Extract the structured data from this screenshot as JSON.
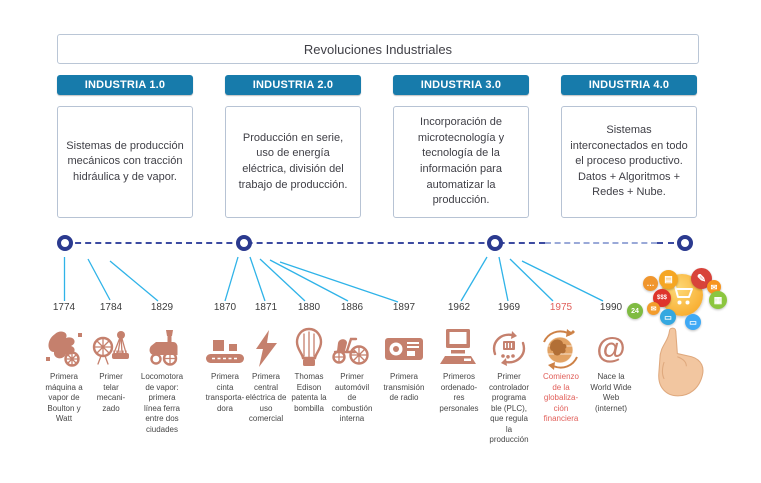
{
  "title": "Revoluciones Industriales",
  "colors": {
    "pill_blue": "#177bab",
    "timeline_navy": "#2b3a8f",
    "fan_line_blue": "#2fb3e8",
    "icon_salmon": "#c5806d",
    "highlight_red": "#e15f5a"
  },
  "columns": [
    {
      "header": "INDUSTRIA 1.0",
      "description": "Sistemas de producción mecánicos con tracción hidráulica y de vapor."
    },
    {
      "header": "INDUSTRIA 2.0",
      "description": "Producción en serie, uso de energía eléctrica, división del trabajo de producción."
    },
    {
      "header": "INDUSTRIA 3.0",
      "description": "Incorporación de microtecnología y tecnología de la información para automatizar la producción."
    },
    {
      "header": "INDUSTRIA 4.0",
      "description": "Sistemas interconectados en todo el proceso productivo. Datos + Algoritmos + Redes + Nube."
    }
  ],
  "timeline": {
    "items": [
      {
        "year": "1774",
        "icon": "steam-engine-icon",
        "caption": "Primera\nmáquina a\nvapor de\nBoulton y\nWatt"
      },
      {
        "year": "1784",
        "icon": "spinning-wheel-icon",
        "caption": "Primer\ntelar\nmecani-\nzado"
      },
      {
        "year": "1829",
        "icon": "locomotive-icon",
        "caption": "Locomotora\nde vapor:\nprimera\nlínea ferra\nentre dos\nciudades"
      },
      {
        "year": "1870",
        "icon": "conveyor-belt-icon",
        "caption": "Primera\ncinta\ntransporta-\ndora"
      },
      {
        "year": "1871",
        "icon": "electricity-bolt-icon",
        "caption": "Primera\ncentral\neléctrica de\nuso\ncomercial"
      },
      {
        "year": "1880",
        "icon": "light-bulb-icon",
        "caption": "Thomas\nEdison\npatenta la\nbombilla"
      },
      {
        "year": "1886",
        "icon": "automobile-icon",
        "caption": "Primer\nautomóvil\nde\ncombustión\ninterna"
      },
      {
        "year": "1897",
        "icon": "radio-icon",
        "caption": "Primera\ntransmisión\nde radio"
      },
      {
        "year": "1962",
        "icon": "computer-icon",
        "caption": "Primeros\nordenado-\nres\npersonales"
      },
      {
        "year": "1969",
        "icon": "plc-controller-icon",
        "caption": "Primer\ncontrolador\nprograma\nble (PLC),\nque regula\nla\nproducción"
      },
      {
        "year": "1975",
        "icon": "globe-icon",
        "caption": "Comienzo\nde la\nglobaliza-\nción\nfinanciera",
        "highlight": true
      },
      {
        "year": "1990",
        "icon": "at-sign-icon",
        "caption": "Nace la\nWorld Wide\nWeb\n(internet)"
      }
    ]
  },
  "clipart": {
    "money_label": "$$$",
    "hours_label": "24",
    "bubble_icons": [
      "chat-icon",
      "briefcase-icon",
      "pencil-icon",
      "envelope-icon",
      "money-icon",
      "24h-icon",
      "envelope-icon",
      "monitor-icon",
      "gift-icon",
      "laptop-icon",
      "shopping-cart-icon",
      "pointing-hand-icon"
    ]
  }
}
